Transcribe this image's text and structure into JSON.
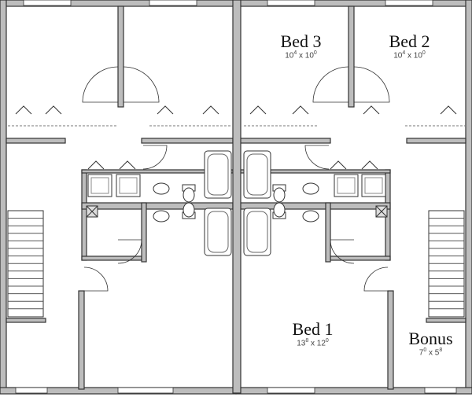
{
  "rooms": [
    {
      "name": "Bed  3",
      "w": "10",
      "w_in": "4",
      "h": "10",
      "h_in": "0"
    },
    {
      "name": "Bed  2",
      "w": "10",
      "w_in": "4",
      "h": "10",
      "h_in": "0"
    },
    {
      "name": "Bed  1",
      "w": "13",
      "w_in": "8",
      "h": "12",
      "h_in": "0"
    },
    {
      "name": "Bonus",
      "w": "7",
      "w_in": "0",
      "h": "5",
      "h_in": "8"
    }
  ],
  "dim_separator": "x",
  "colors": {
    "wall_fill": "#bdbdbd",
    "wall_line": "#333333",
    "background": "#ffffff"
  }
}
